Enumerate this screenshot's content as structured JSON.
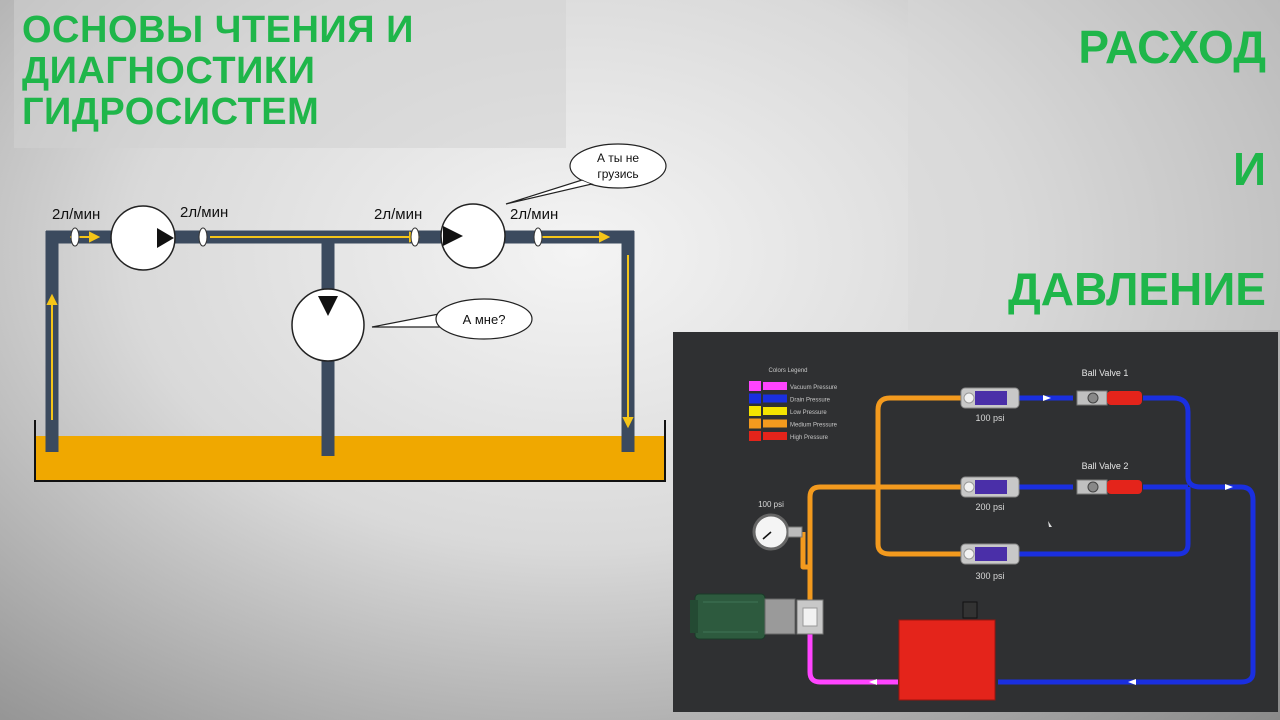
{
  "title": {
    "line1": "ОСНОВЫ ЧТЕНИЯ И",
    "line2": "ДИАГНОСТИКИ",
    "line3": "ГИДРОСИСТЕМ"
  },
  "right_words": [
    "РАСХОД",
    "И",
    "ДАВЛЕНИЕ"
  ],
  "schematic": {
    "flow_labels": [
      "2л/мин",
      "2л/мин",
      "2л/мин",
      "2л/мин"
    ],
    "bubble_top": "А ты не грузись",
    "bubble_top_line1": "А ты не",
    "bubble_top_line2": "грузись",
    "bubble_mid": "А мне?"
  },
  "simulator": {
    "legend_title": "Colors Legend",
    "legend": [
      {
        "label": "Vacuum Pressure",
        "color": "#ff44ff"
      },
      {
        "label": "Drain Pressure",
        "color": "#1a2fe0"
      },
      {
        "label": "Low Pressure",
        "color": "#f5e400"
      },
      {
        "label": "Medium Pressure",
        "color": "#f39a1e"
      },
      {
        "label": "High Pressure",
        "color": "#e4241b"
      }
    ],
    "valve1_label": "Ball Valve 1",
    "valve2_label": "Ball Valve 2",
    "relief_labels": [
      "100 psi",
      "200 psi",
      "300 psi"
    ],
    "gauge_label": "100 psi"
  },
  "colors": {
    "accent_green": "#1fb64a",
    "oil": "#f0a800",
    "pipe": "#3b4a5e",
    "arrow": "#f5c518"
  }
}
